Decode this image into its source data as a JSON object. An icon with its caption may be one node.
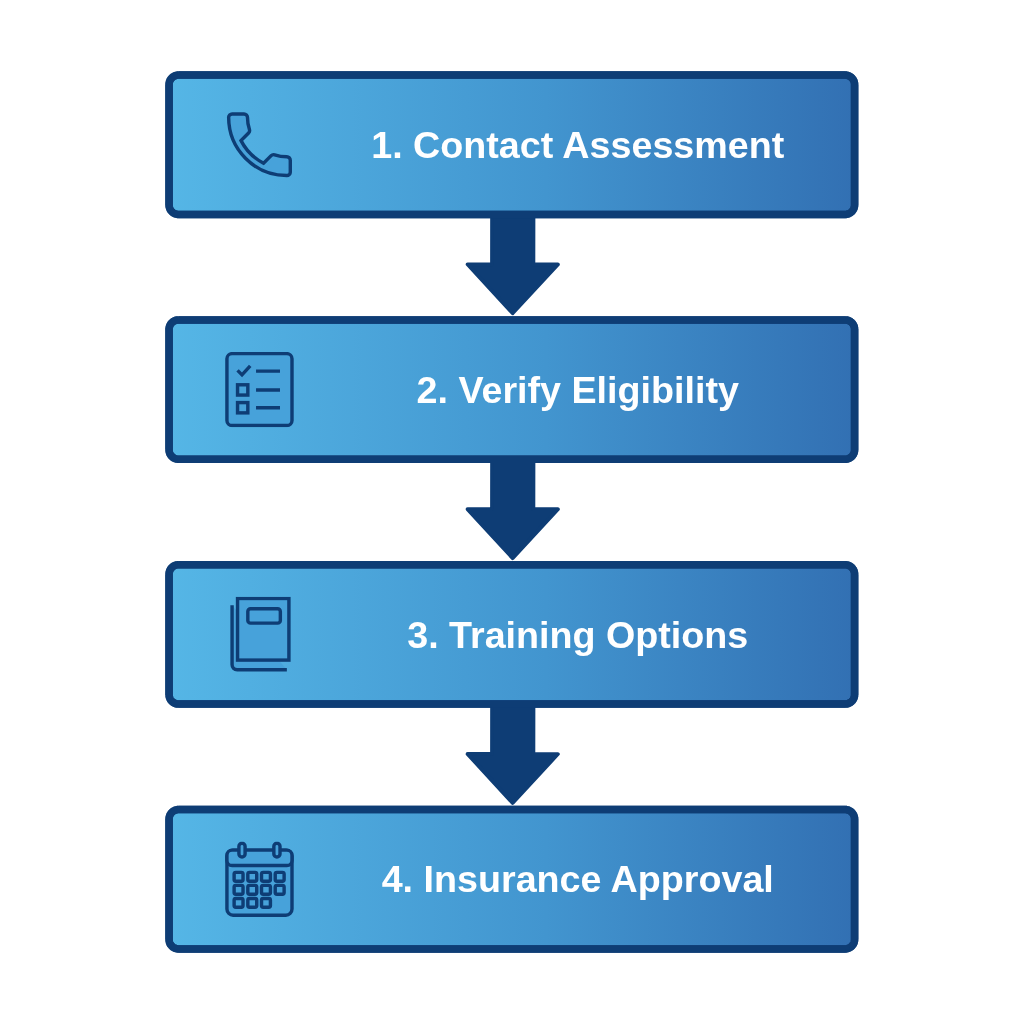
{
  "diagram": {
    "nodes": [
      {
        "text": [
          "1. Contact Assessment"
        ]
      },
      {
        "text": [
          "2. Verify Eligibility"
        ]
      },
      {
        "text": [
          "3. Training Options"
        ]
      },
      {
        "text": [
          "4. Insurance Approval"
        ]
      }
    ],
    "edges": [
      {
        "from": 0,
        "to": 1,
        "arrow": "to"
      },
      {
        "from": 1,
        "to": 2,
        "arrow": "to"
      },
      {
        "from": 2,
        "to": 3,
        "arrow": "to"
      }
    ]
  }
}
